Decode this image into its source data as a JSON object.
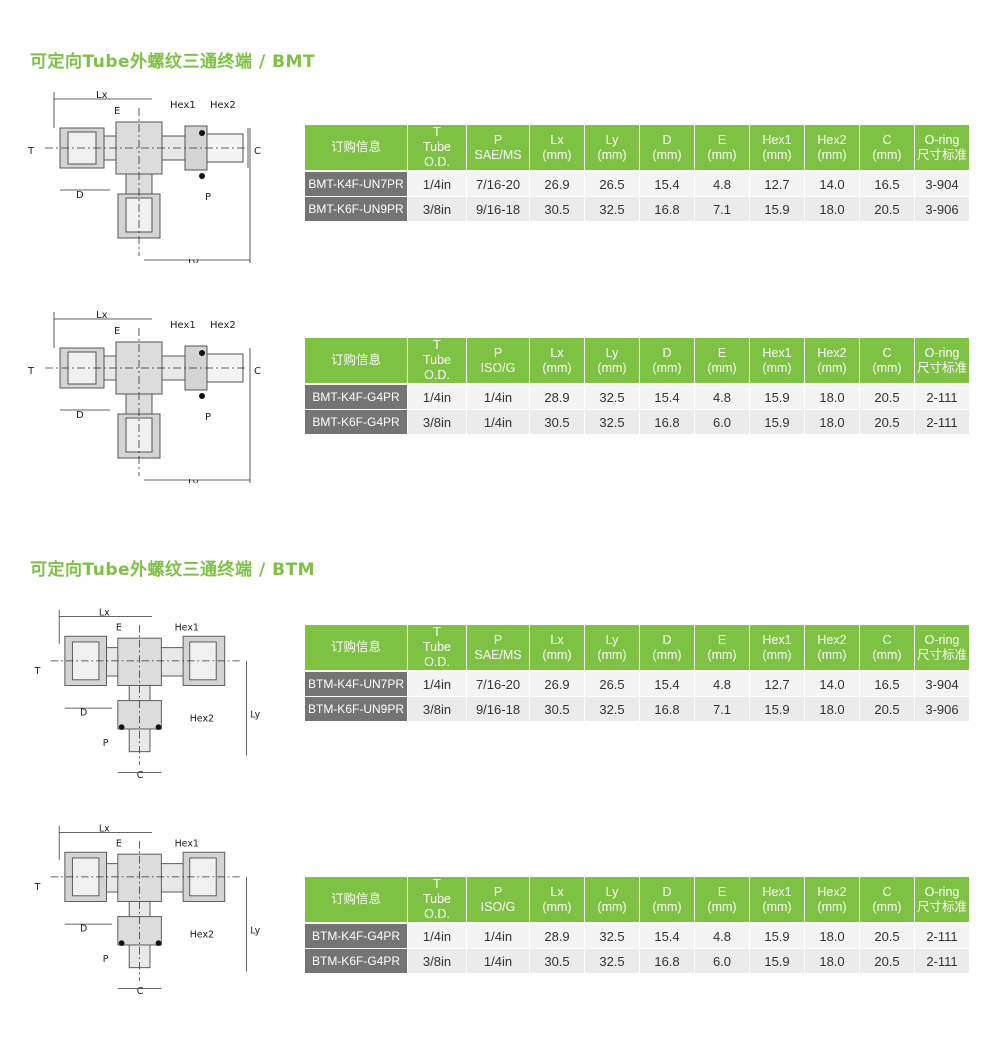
{
  "sections": [
    {
      "title": "可定向Tube外螺纹三通终端 / BMT"
    },
    {
      "title": "可定向Tube外螺纹三通终端 / BTM"
    }
  ],
  "drawing_labels": {
    "lx": "Lx",
    "ly": "Ly",
    "e": "E",
    "hex1": "Hex1",
    "hex2": "Hex2",
    "t": "T",
    "c": "C",
    "d": "D",
    "p": "P"
  },
  "tables": [
    {
      "headers": [
        [
          "订购信息"
        ],
        [
          "T",
          "Tube O.D."
        ],
        [
          "P",
          "SAE/MS"
        ],
        [
          "Lx",
          "(mm)"
        ],
        [
          "Ly",
          "(mm)"
        ],
        [
          "D",
          "(mm)"
        ],
        [
          "E",
          "(mm)"
        ],
        [
          "Hex1",
          "(mm)"
        ],
        [
          "Hex2",
          "(mm)"
        ],
        [
          "C",
          "(mm)"
        ],
        [
          "O-ring",
          "尺寸标准"
        ]
      ],
      "rows": [
        [
          "BMT-K4F-UN7PR",
          "1/4in",
          "7/16-20",
          "26.9",
          "26.5",
          "15.4",
          "4.8",
          "12.7",
          "14.0",
          "16.5",
          "3-904"
        ],
        [
          "BMT-K6F-UN9PR",
          "3/8in",
          "9/16-18",
          "30.5",
          "32.5",
          "16.8",
          "7.1",
          "15.9",
          "18.0",
          "20.5",
          "3-906"
        ]
      ]
    },
    {
      "headers": [
        [
          "订购信息"
        ],
        [
          "T",
          "Tube O.D."
        ],
        [
          "P",
          "ISO/G"
        ],
        [
          "Lx",
          "(mm)"
        ],
        [
          "Ly",
          "(mm)"
        ],
        [
          "D",
          "(mm)"
        ],
        [
          "E",
          "(mm)"
        ],
        [
          "Hex1",
          "(mm)"
        ],
        [
          "Hex2",
          "(mm)"
        ],
        [
          "C",
          "(mm)"
        ],
        [
          "O-ring",
          "尺寸标准"
        ]
      ],
      "rows": [
        [
          "BMT-K4F-G4PR",
          "1/4in",
          "1/4in",
          "28.9",
          "32.5",
          "15.4",
          "4.8",
          "15.9",
          "18.0",
          "20.5",
          "2-111"
        ],
        [
          "BMT-K6F-G4PR",
          "3/8in",
          "1/4in",
          "30.5",
          "32.5",
          "16.8",
          "6.0",
          "15.9",
          "18.0",
          "20.5",
          "2-111"
        ]
      ]
    },
    {
      "headers": [
        [
          "订购信息"
        ],
        [
          "T",
          "Tube O.D."
        ],
        [
          "P",
          "SAE/MS"
        ],
        [
          "Lx",
          "(mm)"
        ],
        [
          "Ly",
          "(mm)"
        ],
        [
          "D",
          "(mm)"
        ],
        [
          "E",
          "(mm)"
        ],
        [
          "Hex1",
          "(mm)"
        ],
        [
          "Hex2",
          "(mm)"
        ],
        [
          "C",
          "(mm)"
        ],
        [
          "O-ring",
          "尺寸标准"
        ]
      ],
      "rows": [
        [
          "BTM-K4F-UN7PR",
          "1/4in",
          "7/16-20",
          "26.9",
          "26.5",
          "15.4",
          "4.8",
          "12.7",
          "14.0",
          "16.5",
          "3-904"
        ],
        [
          "BTM-K6F-UN9PR",
          "3/8in",
          "9/16-18",
          "30.5",
          "32.5",
          "16.8",
          "7.1",
          "15.9",
          "18.0",
          "20.5",
          "3-906"
        ]
      ]
    },
    {
      "headers": [
        [
          "订购信息"
        ],
        [
          "T",
          "Tube O.D."
        ],
        [
          "P",
          "ISO/G"
        ],
        [
          "Lx",
          "(mm)"
        ],
        [
          "Ly",
          "(mm)"
        ],
        [
          "D",
          "(mm)"
        ],
        [
          "E",
          "(mm)"
        ],
        [
          "Hex1",
          "(mm)"
        ],
        [
          "Hex2",
          "(mm)"
        ],
        [
          "C",
          "(mm)"
        ],
        [
          "O-ring",
          "尺寸标准"
        ]
      ],
      "rows": [
        [
          "BTM-K4F-G4PR",
          "1/4in",
          "1/4in",
          "28.9",
          "32.5",
          "15.4",
          "4.8",
          "15.9",
          "18.0",
          "20.5",
          "2-111"
        ],
        [
          "BTM-K6F-G4PR",
          "3/8in",
          "1/4in",
          "30.5",
          "32.5",
          "16.8",
          "6.0",
          "15.9",
          "18.0",
          "20.5",
          "2-111"
        ]
      ]
    }
  ]
}
